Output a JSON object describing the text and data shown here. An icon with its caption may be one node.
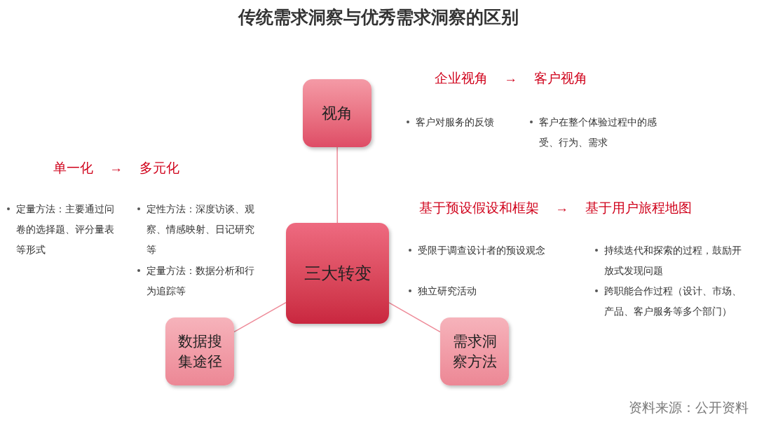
{
  "diagram": {
    "title": "传统需求洞察与优秀需求洞察的区别",
    "nodes": [
      {
        "text": [
          "视角"
        ]
      },
      {
        "text": [
          "三大转变"
        ]
      },
      {
        "text": [
          "数据搜集途径"
        ]
      },
      {
        "text": [
          "需求洞察方法"
        ]
      }
    ],
    "edges": [
      {
        "from": 1,
        "to": 0,
        "arrow": "none"
      },
      {
        "from": 1,
        "to": 2,
        "arrow": "none"
      },
      {
        "from": 1,
        "to": 3,
        "arrow": "none"
      }
    ],
    "labels": [
      "企业视角 → 客户视角",
      "客户对服务的反馈",
      "客户在整个体验过程中的感受、行为、需求",
      "单一化 → 多元化",
      "定量方法：主要通过问卷的选择题、评分量表等形式",
      "定性方法：深度访谈、观察、情感映射、日记研究等",
      "定量方法：数据分析和行为追踪等",
      "基于预设假设和框架 → 基于用户旅程地图",
      "受限于调查设计者的预设观念",
      "独立研究活动",
      "持续迭代和探索的过程，鼓励开放式发现问题",
      "跨职能合作过程（设计、市场、产品、客户服务等多个部门）"
    ],
    "caption": "资料来源：公开资料"
  }
}
